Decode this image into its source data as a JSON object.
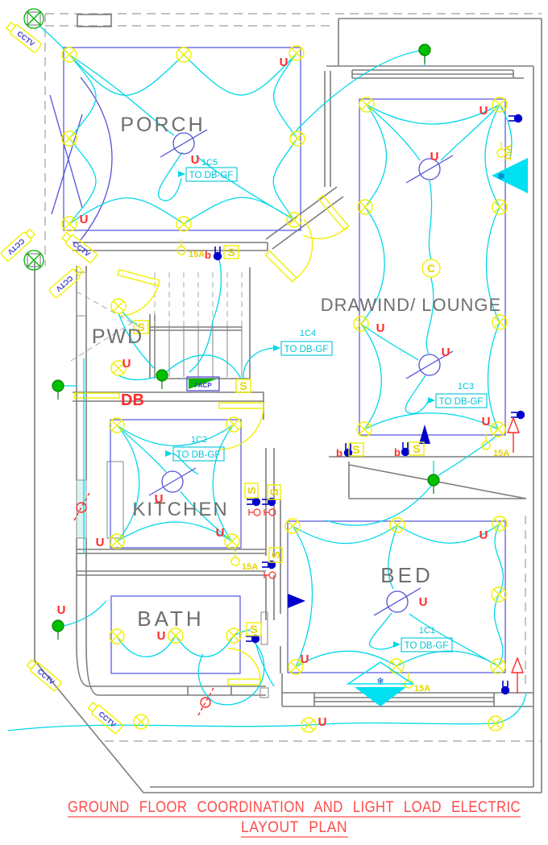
{
  "drawing_title": {
    "line1": "GROUND FLOOR COORDINATION AND LIGHT LOAD ELECTRIC",
    "line2": "LAYOUT PLAN"
  },
  "rooms": {
    "porch": "PORCH",
    "lounge": "DRAWIND/ LOUNGE",
    "pwd": "PWD",
    "kitchen": "KITCHEN",
    "bath": "BATH",
    "bed": "BED"
  },
  "circuits": {
    "c1": {
      "id": "1C1",
      "to": "TO DB-GF"
    },
    "c2": {
      "id": "1C2",
      "to": "TO DB-GF"
    },
    "c3": {
      "id": "1C3",
      "to": "TO DB-GF"
    },
    "c4": {
      "id": "1C4",
      "to": "TO DB-GF"
    },
    "c5": {
      "id": "1C5",
      "to": "TO DB-GF"
    }
  },
  "labels": {
    "u": "U",
    "s": "S",
    "b": "b",
    "amp15": "15A",
    "c": "C",
    "cctv": "CCTV",
    "db": "DB",
    "facp": "FACP"
  },
  "colors": {
    "wiring": "#00d8e8",
    "lighting": "#f0f000",
    "annotation": "#ff2a2a",
    "device": "#0000cc",
    "earth": "#00c000",
    "room_border": "#6a6ae6",
    "wall": "#7d7d7d",
    "room_text": "#6e6e6e",
    "title": "#ff4a4a",
    "ac": "#00e0f0",
    "cctv_text": "#3c3cc8"
  }
}
